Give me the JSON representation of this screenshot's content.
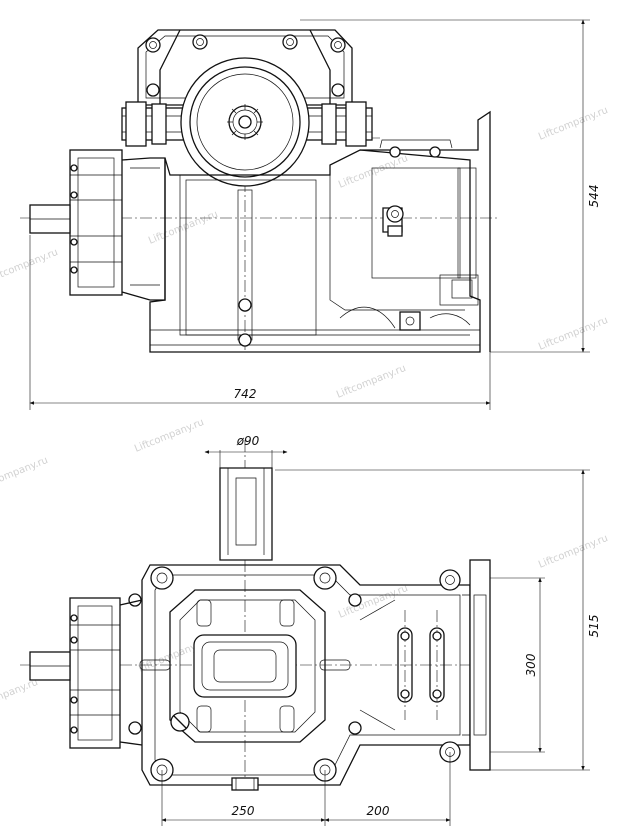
{
  "dimensions": {
    "side_view": {
      "height_label": "544",
      "length_label": "742"
    },
    "top_view": {
      "shaft_diameter_label": "ø90",
      "height_label": "515",
      "bolt_span_label": "300",
      "left_spacing_label": "250",
      "right_spacing_label": "200"
    }
  },
  "watermark": {
    "text": "Liftcompany.ru"
  }
}
